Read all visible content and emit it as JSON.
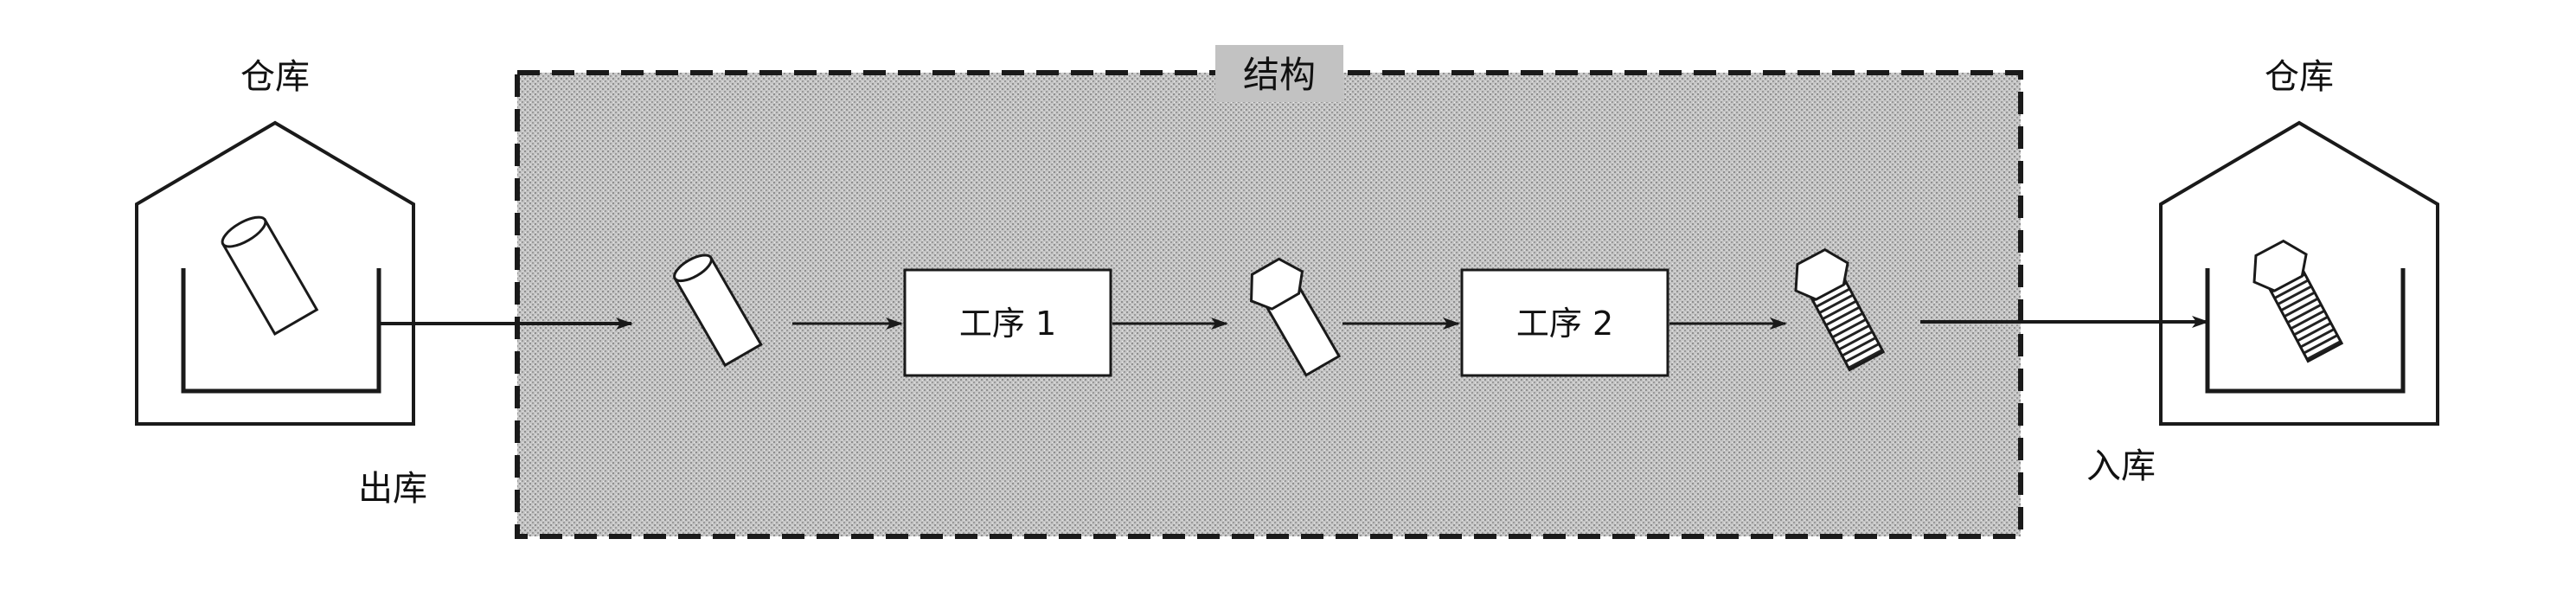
{
  "structure": {
    "title": "结构"
  },
  "warehouse_left": {
    "title": "仓库",
    "contents_icon": "cylinder-blank-icon"
  },
  "warehouse_right": {
    "title": "仓库",
    "contents_icon": "hex-bolt-icon"
  },
  "flow": {
    "out_label": "出库",
    "in_label": "入库"
  },
  "processes": [
    {
      "label": "工序 1"
    },
    {
      "label": "工序 2"
    }
  ],
  "parts": [
    {
      "icon": "cylinder-blank-icon"
    },
    {
      "icon": "hex-head-blank-icon"
    },
    {
      "icon": "hex-bolt-icon"
    }
  ],
  "colors": {
    "structure_fill": "#c9c9c9",
    "line": "#1a1a1a",
    "box_fill": "#ffffff"
  }
}
